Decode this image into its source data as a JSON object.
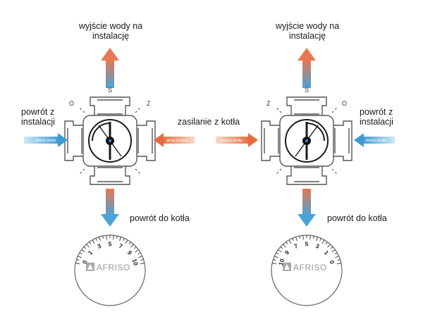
{
  "labels": {
    "outlet": "wyjście wody na instalację",
    "return_from_install": "powrót z instalacji",
    "boiler_supply": "zasilanie z kotła",
    "return_to_boiler": "powrót do kotła"
  },
  "arrow_texts": {
    "cold": "zimna woda",
    "hot": "gorąca woda"
  },
  "ports": {
    "s": "S",
    "o": "O",
    "z": "Z"
  },
  "dials": {
    "left": [
      "0",
      "1",
      "3",
      "5",
      "7",
      "9",
      "10"
    ],
    "right": [
      "10",
      "9",
      "7",
      "5",
      "3",
      "1",
      "0"
    ]
  },
  "brand": {
    "name": "AFRISO"
  },
  "colors": {
    "hot": "#e8784f",
    "cold": "#4aa3d8",
    "line": "#555555",
    "dark": "#1a1a1a"
  }
}
